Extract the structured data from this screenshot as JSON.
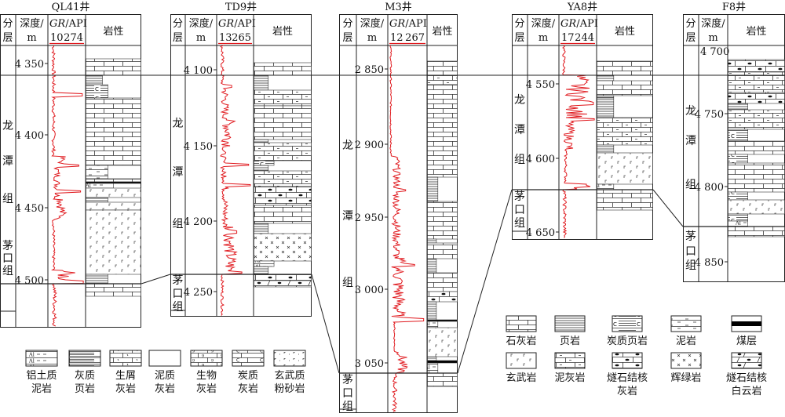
{
  "wells": [
    {
      "id": "QL41",
      "title": "QL41井",
      "gr_min": "10",
      "gr_max": "274",
      "has_gr": true,
      "depth_ticks": [
        "4 350",
        "4 400",
        "4 450",
        "4 500"
      ],
      "formations": [
        {
          "name": [
            "龙",
            "潭",
            "组"
          ]
        },
        {
          "name": [
            "茅",
            "口",
            "组"
          ]
        }
      ]
    },
    {
      "id": "TD9",
      "title": "TD9井",
      "gr_min": "13",
      "gr_max": "265",
      "has_gr": true,
      "depth_ticks": [
        "4 100",
        "4 150",
        "4 200",
        "4 250"
      ],
      "formations": [
        {
          "name": [
            "龙",
            "潭",
            "组"
          ]
        },
        {
          "name": [
            "茅",
            "口",
            "组"
          ]
        }
      ]
    },
    {
      "id": "M3",
      "title": "M3井",
      "gr_min": "12",
      "gr_max": "267",
      "has_gr": true,
      "depth_ticks": [
        "2 850",
        "2 900",
        "2 950",
        "3 000",
        "3 050"
      ],
      "formations": [
        {
          "name": [
            "龙",
            "潭",
            "组"
          ]
        },
        {
          "name": [
            "茅",
            "口",
            "组"
          ]
        }
      ]
    },
    {
      "id": "YA8",
      "title": "YA8井",
      "gr_min": "17",
      "gr_max": "244",
      "has_gr": true,
      "depth_ticks": [
        "4 550",
        "4 600",
        "4 650"
      ],
      "formations": [
        {
          "name": [
            "龙",
            "潭",
            "组"
          ]
        },
        {
          "name": [
            "茅",
            "口",
            "组"
          ]
        }
      ]
    },
    {
      "id": "F8",
      "title": "F8井",
      "has_gr": false,
      "depth_ticks": [
        "4 700",
        "4 750",
        "4 800",
        "4 850"
      ],
      "formations": [
        {
          "name": [
            "龙",
            "潭",
            "组"
          ]
        },
        {
          "name": [
            "茅",
            "口",
            "组"
          ]
        }
      ]
    }
  ],
  "headers": {
    "layer": [
      "分",
      "层"
    ],
    "depth": [
      "深度/",
      "m"
    ],
    "gr_label": "GR",
    "gr_unit": "/API",
    "lithology": "岩性"
  },
  "gr_color": "#e0191e",
  "legend": [
    {
      "key": "bauxite",
      "label": [
        "铝土质",
        "泥岩"
      ]
    },
    {
      "key": "calcshale",
      "label": [
        "灰质",
        "页岩"
      ]
    },
    {
      "key": "bioclastic",
      "label": [
        "生屑",
        "灰岩"
      ]
    },
    {
      "key": "marlylime",
      "label": [
        "泥质",
        "灰岩"
      ]
    },
    {
      "key": "biolime",
      "label": [
        "生物",
        "灰岩"
      ]
    },
    {
      "key": "carblime",
      "label": [
        "炭质",
        "灰岩"
      ]
    },
    {
      "key": "basaltsilt",
      "label": [
        "玄武质",
        "粉砂岩"
      ]
    },
    {
      "key": "limestone",
      "label": [
        "石灰岩"
      ]
    },
    {
      "key": "shale",
      "label": [
        "页岩"
      ]
    },
    {
      "key": "carbshale",
      "label": [
        "炭质页岩"
      ]
    },
    {
      "key": "mudstone",
      "label": [
        "泥岩"
      ]
    },
    {
      "key": "coal",
      "label": [
        "煤层"
      ]
    },
    {
      "key": "basalt",
      "label": [
        "玄武岩"
      ]
    },
    {
      "key": "marl",
      "label": [
        "泥灰岩"
      ]
    },
    {
      "key": "chertlime",
      "label": [
        "燧石结核",
        "灰岩"
      ]
    },
    {
      "key": "diabase",
      "label": [
        "辉绿岩"
      ]
    },
    {
      "key": "chertdolo",
      "label": [
        "燧石结核",
        "白云岩"
      ]
    }
  ]
}
